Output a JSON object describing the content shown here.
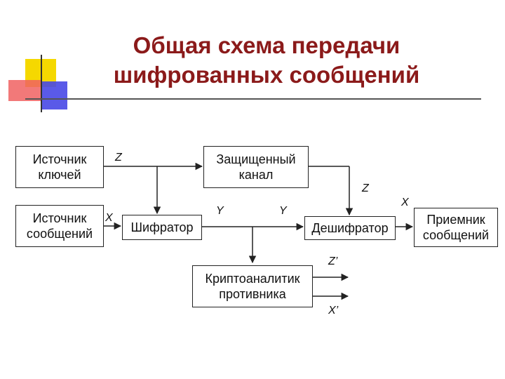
{
  "title": {
    "line1": "Общая схема передачи",
    "line2": "шифрованных сообщений"
  },
  "boxes": {
    "key_source": [
      "Источник",
      "ключей"
    ],
    "message_source": [
      "Источник",
      "сообщений"
    ],
    "protected_channel": [
      "Защищенный",
      "канал"
    ],
    "encryptor": [
      "Шифратор"
    ],
    "decryptor": [
      "Дешифратор"
    ],
    "receiver": [
      "Приемник",
      "сообщений"
    ],
    "cryptanalyst": [
      "Криптоаналитик",
      "противника"
    ]
  },
  "labels": {
    "z_top": "Z",
    "x_left": "X",
    "y_left": "Y",
    "y_right": "Y",
    "z_right": "Z",
    "x_right": "X",
    "z_prime": "Z’",
    "x_prime": "X’"
  },
  "colors": {
    "title": "#8b1a1a",
    "deco_yellow": "#f5d800",
    "deco_red": "#f05050",
    "deco_blue": "#4040e0"
  }
}
